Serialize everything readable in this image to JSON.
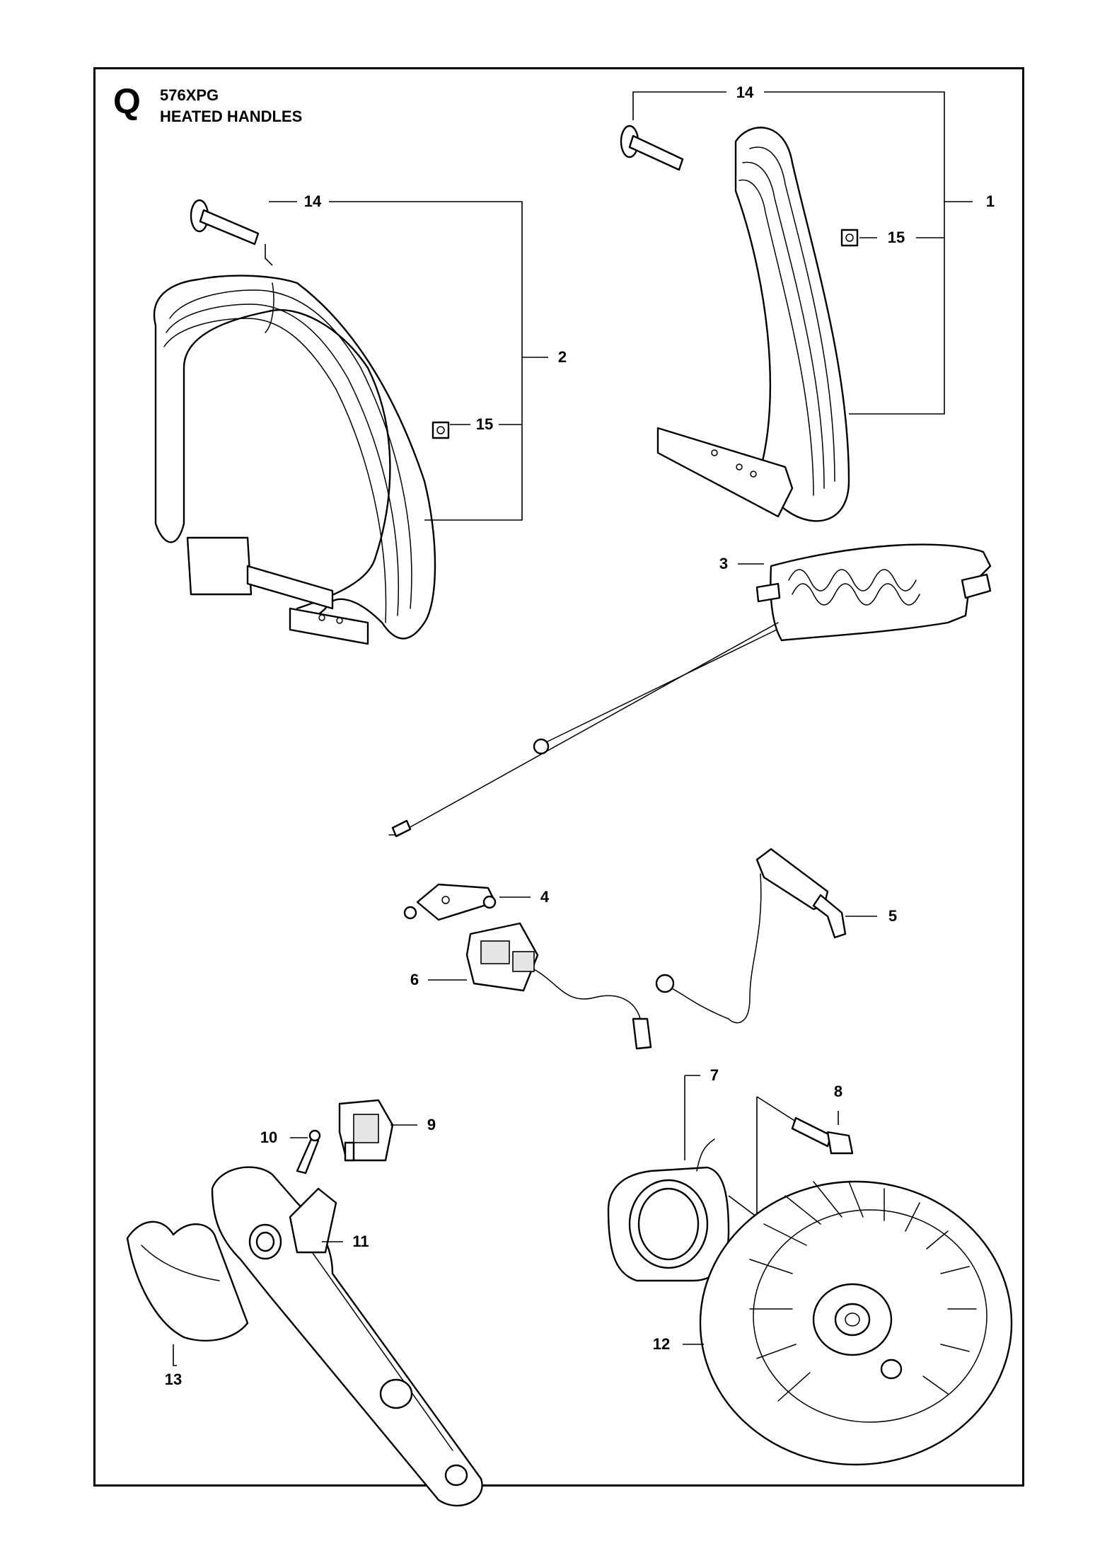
{
  "header": {
    "section_letter": "Q",
    "model": "576XPG",
    "title": "HEATED HANDLES"
  },
  "callouts": {
    "c1": "1",
    "c2": "2",
    "c3": "3",
    "c4": "4",
    "c5": "5",
    "c6": "6",
    "c7": "7",
    "c8": "8",
    "c9": "9",
    "c10": "10",
    "c11": "11",
    "c12": "12",
    "c13": "13",
    "c14a": "14",
    "c14b": "14",
    "c15a": "15",
    "c15b": "15"
  }
}
